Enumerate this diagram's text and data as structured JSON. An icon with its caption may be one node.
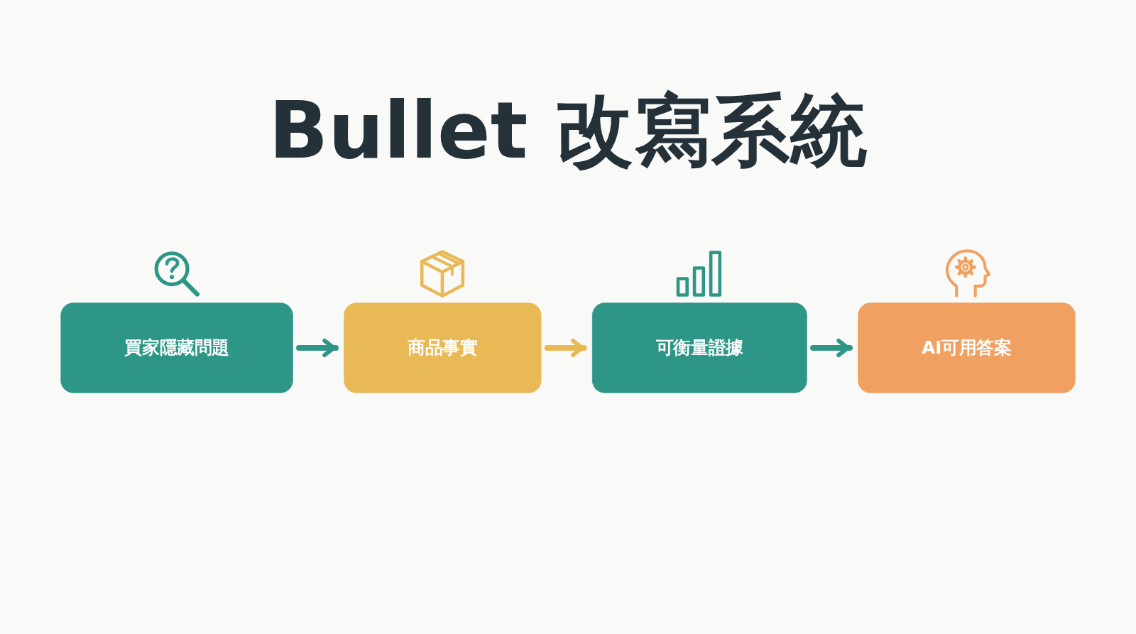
{
  "diagram": {
    "title": "Bullet 改寫系統",
    "nodes": [
      {
        "text": [
          "買家隱藏問題"
        ]
      },
      {
        "text": [
          "商品事實"
        ]
      },
      {
        "text": [
          "可衡量證據"
        ]
      },
      {
        "text": [
          "AI可用答案"
        ]
      }
    ],
    "edges": [
      {
        "from": 0,
        "to": 1,
        "arrow": "to"
      },
      {
        "from": 1,
        "to": 2,
        "arrow": "to",
        "color": "#e8b955"
      },
      {
        "from": 2,
        "to": 3,
        "arrow": "to"
      }
    ]
  }
}
